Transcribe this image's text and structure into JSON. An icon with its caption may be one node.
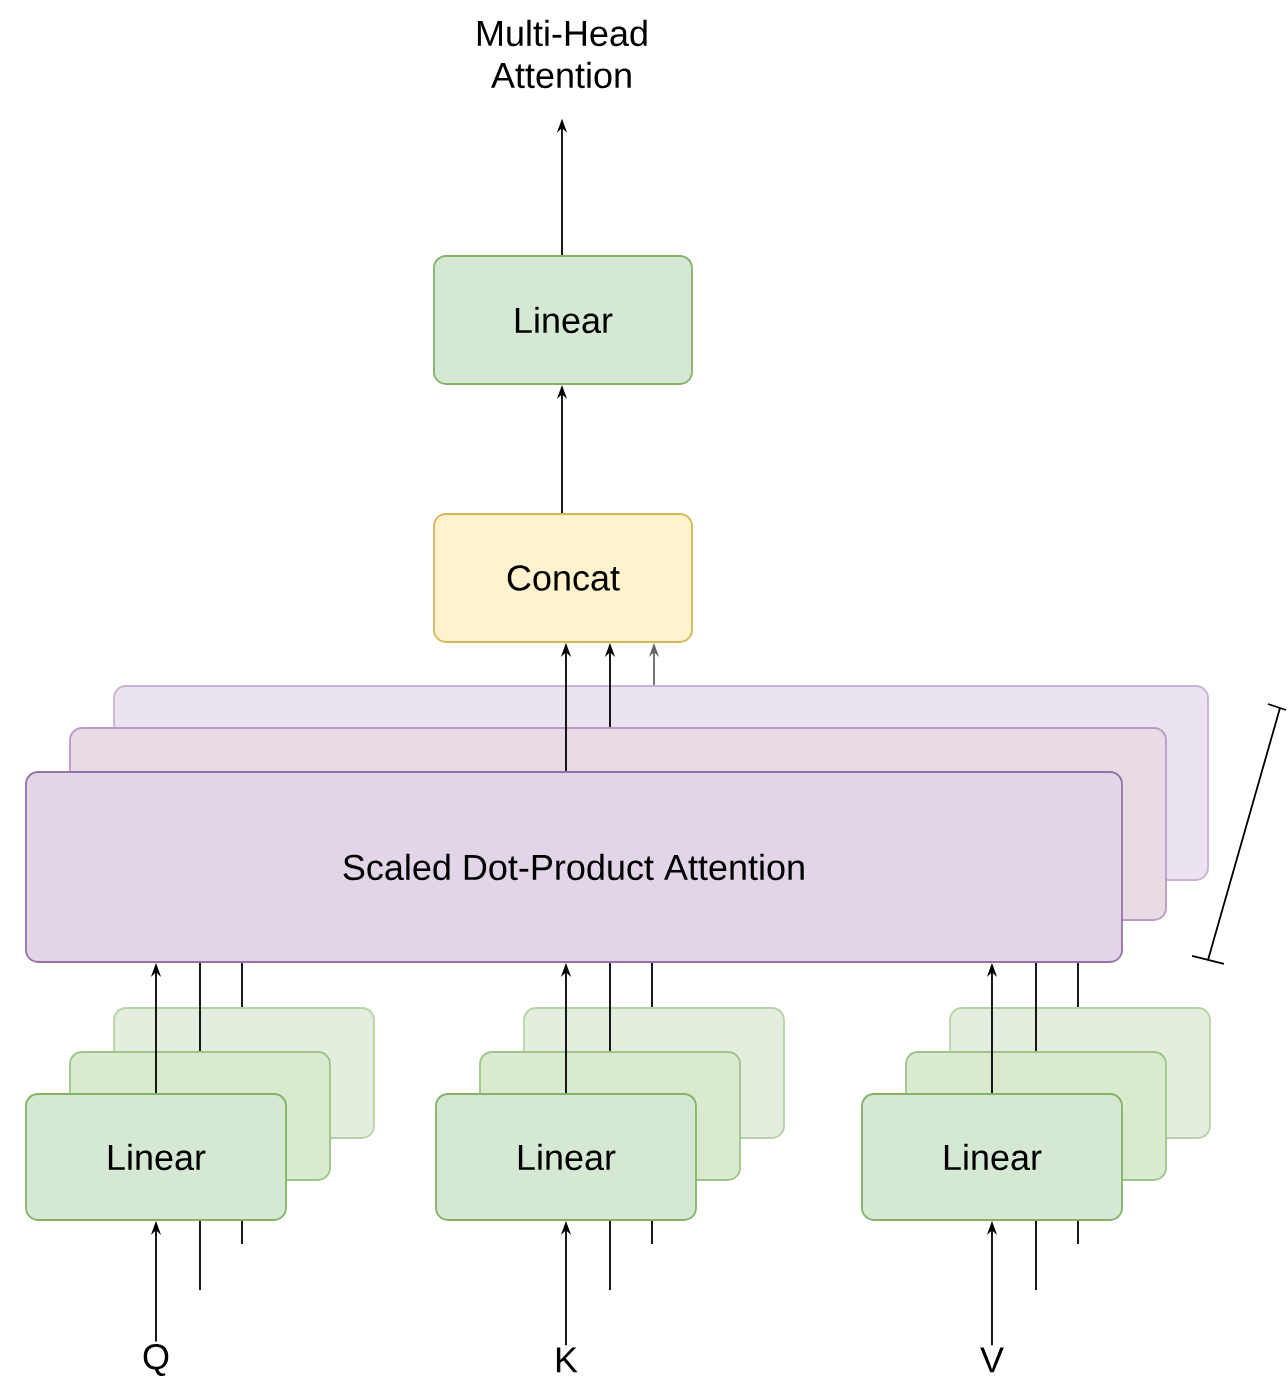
{
  "diagram": {
    "nodes": [
      {
        "text": [
          "Multi-Head Attention"
        ]
      },
      {
        "text": [
          "Linear"
        ]
      },
      {
        "text": [
          "Concat"
        ]
      },
      {
        "text": [
          "Scaled Dot-Product Attention"
        ]
      },
      {
        "text": [
          "Linear"
        ]
      },
      {
        "text": [
          "Linear"
        ]
      },
      {
        "text": [
          "Linear"
        ]
      },
      {
        "text": [
          "Q"
        ]
      },
      {
        "text": [
          "K"
        ]
      },
      {
        "text": [
          "V"
        ]
      }
    ],
    "edges": [
      {
        "from": 1,
        "to": 0,
        "arrow": "to"
      },
      {
        "from": 2,
        "to": 1,
        "arrow": "to"
      },
      {
        "from": 3,
        "to": 2,
        "arrow": "to"
      },
      {
        "from": 3,
        "to": 2,
        "arrow": "to"
      },
      {
        "from": 3,
        "to": 2,
        "arrow": "to",
        "color": "#666666"
      },
      {
        "from": 4,
        "to": 3,
        "arrow": "to"
      },
      {
        "from": 4,
        "to": 3,
        "arrow": "none"
      },
      {
        "from": 4,
        "to": 3,
        "arrow": "none"
      },
      {
        "from": 7,
        "to": 4,
        "arrow": "to"
      },
      {
        "from": null,
        "to": 4,
        "arrow": "none"
      },
      {
        "from": null,
        "to": 4,
        "arrow": "none"
      },
      {
        "from": 5,
        "to": 3,
        "arrow": "to"
      },
      {
        "from": 5,
        "to": 3,
        "arrow": "none"
      },
      {
        "from": 5,
        "to": 3,
        "arrow": "none"
      },
      {
        "from": 8,
        "to": 5,
        "arrow": "to"
      },
      {
        "from": null,
        "to": 5,
        "arrow": "none"
      },
      {
        "from": null,
        "to": 5,
        "arrow": "none"
      },
      {
        "from": 6,
        "to": 3,
        "arrow": "to"
      },
      {
        "from": 6,
        "to": 3,
        "arrow": "none"
      },
      {
        "from": 6,
        "to": 3,
        "arrow": "none"
      },
      {
        "from": 9,
        "to": 6,
        "arrow": "to"
      },
      {
        "from": null,
        "to": 6,
        "arrow": "none"
      },
      {
        "from": null,
        "to": 6,
        "arrow": "none"
      }
    ]
  }
}
